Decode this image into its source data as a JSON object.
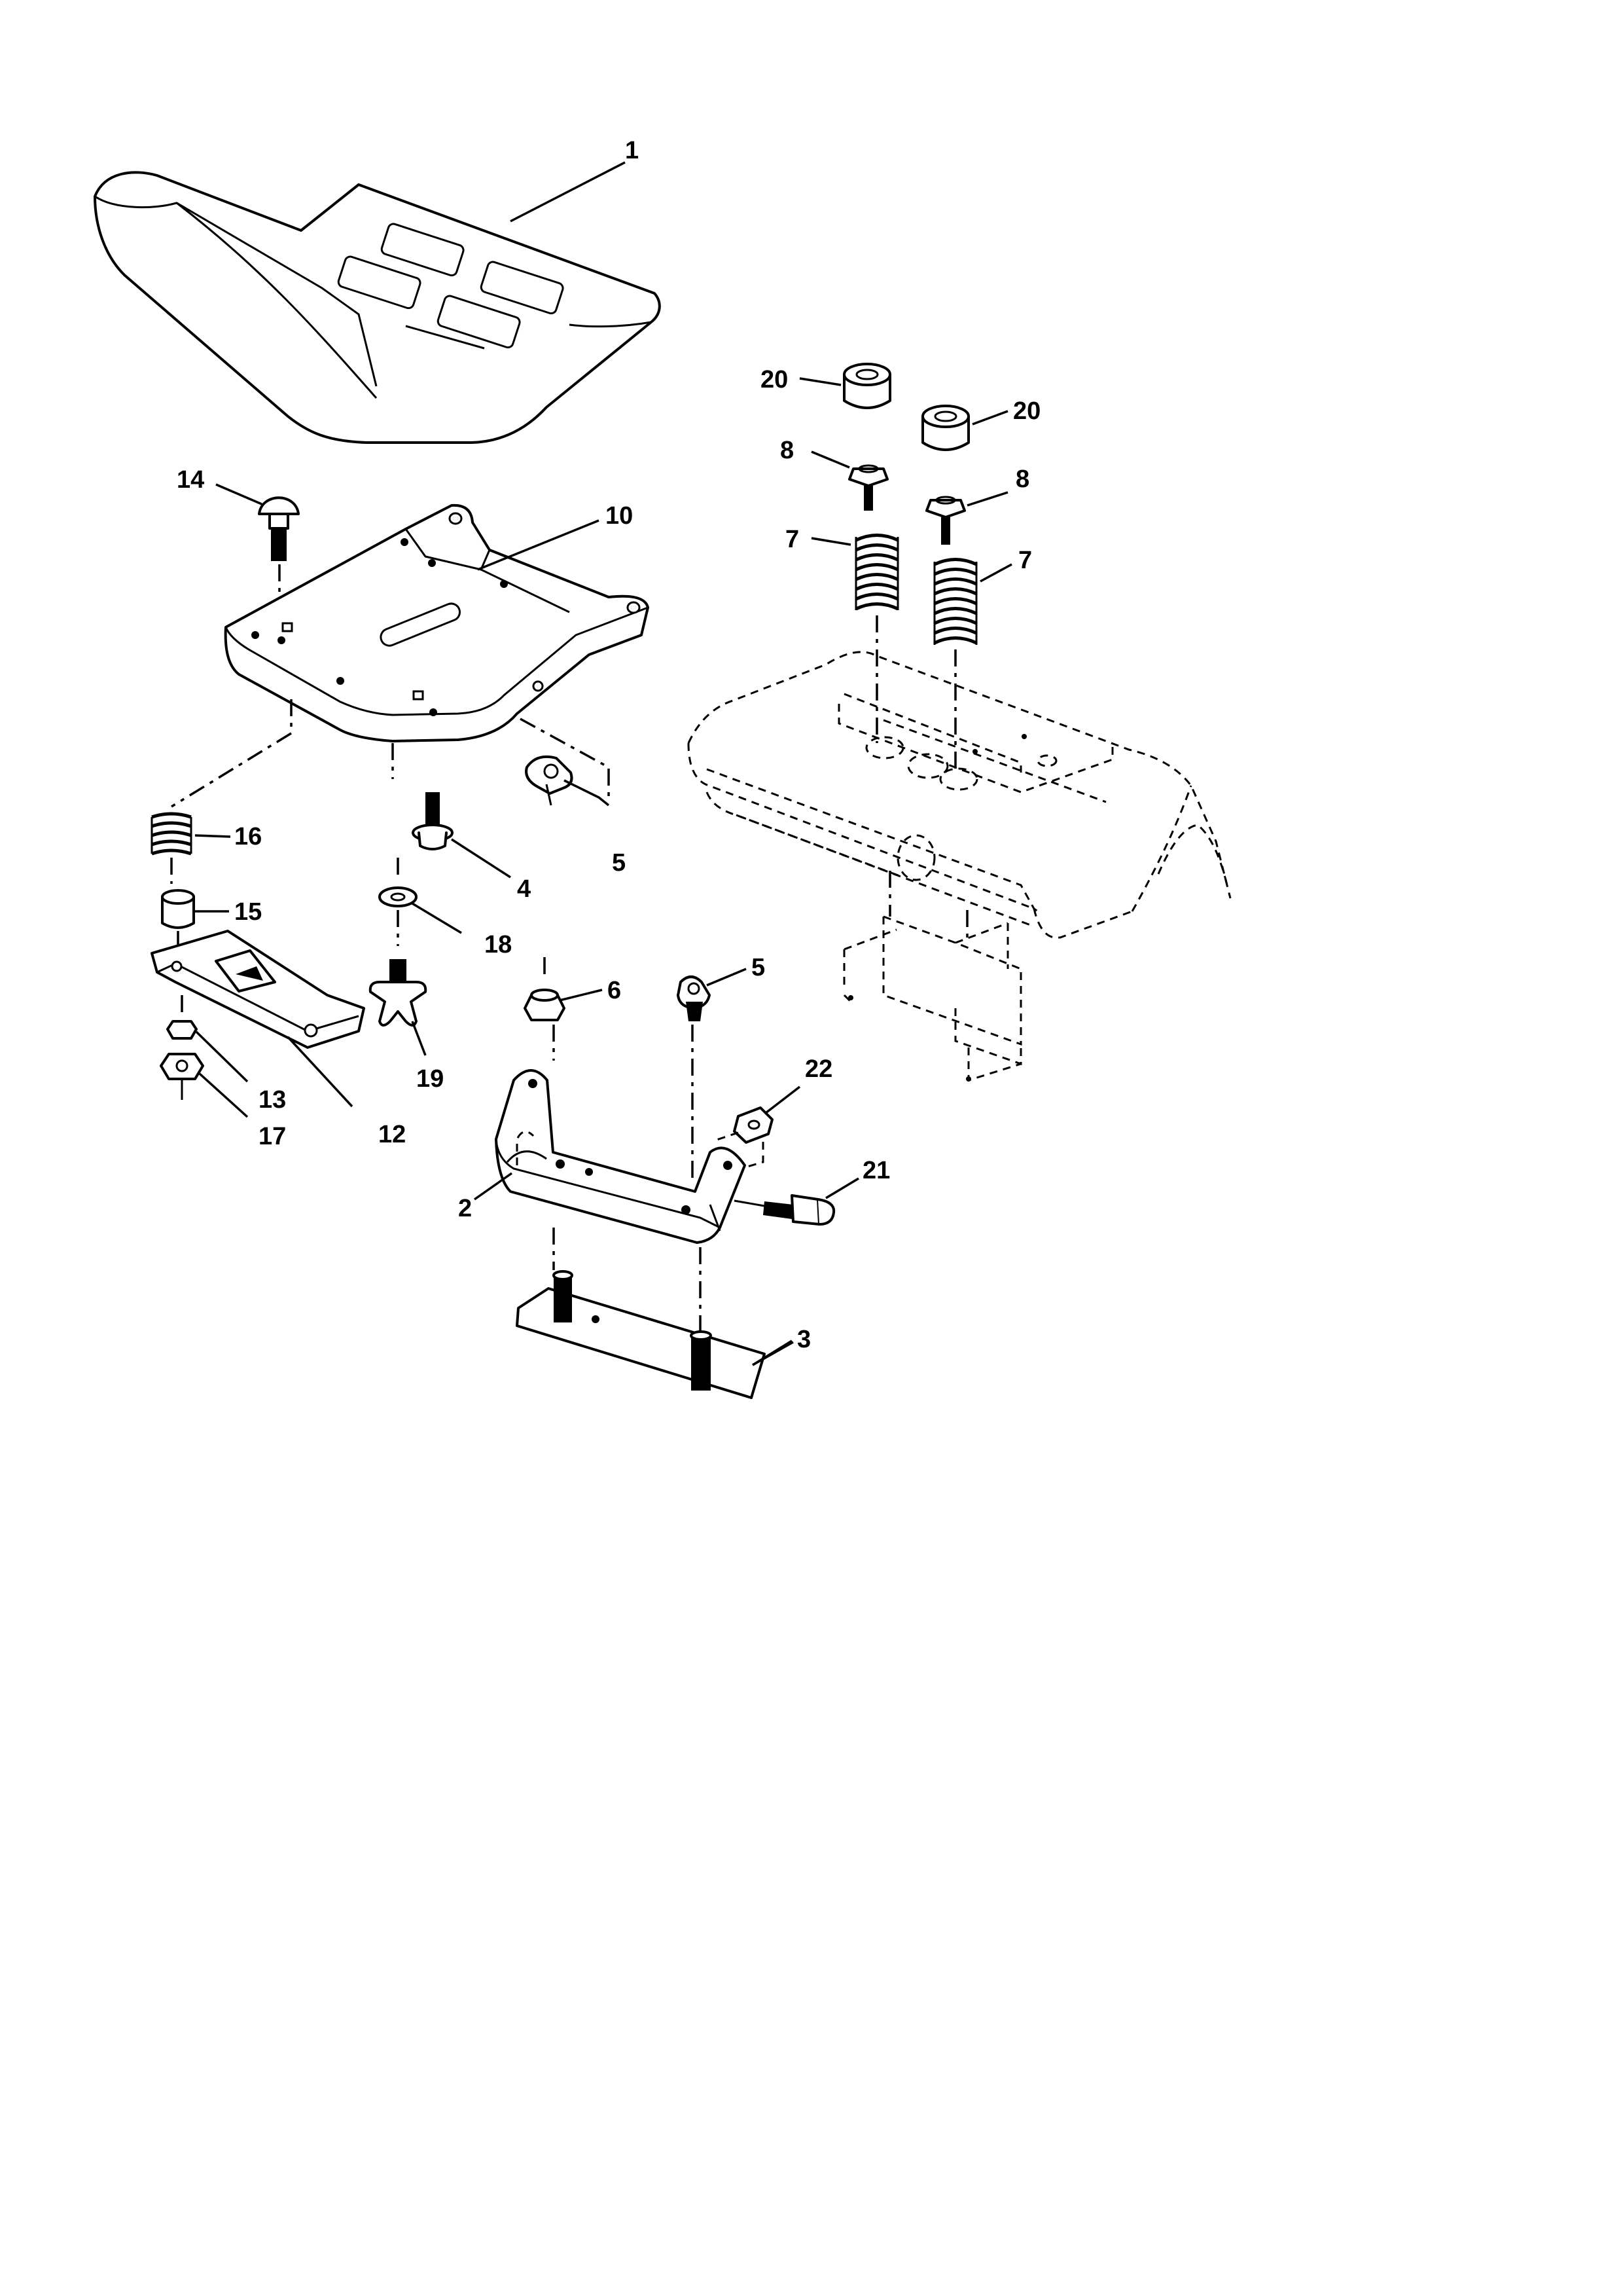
{
  "callouts": {
    "c1": "1",
    "c2": "2",
    "c3": "3",
    "c4": "4",
    "c5a": "5",
    "c5b": "5",
    "c6": "6",
    "c7a": "7",
    "c7b": "7",
    "c8a": "8",
    "c8b": "8",
    "c10": "10",
    "c12": "12",
    "c13": "13",
    "c14": "14",
    "c15": "15",
    "c16": "16",
    "c17": "17",
    "c18": "18",
    "c19": "19",
    "c20a": "20",
    "c20b": "20",
    "c21": "21",
    "c22": "22"
  }
}
